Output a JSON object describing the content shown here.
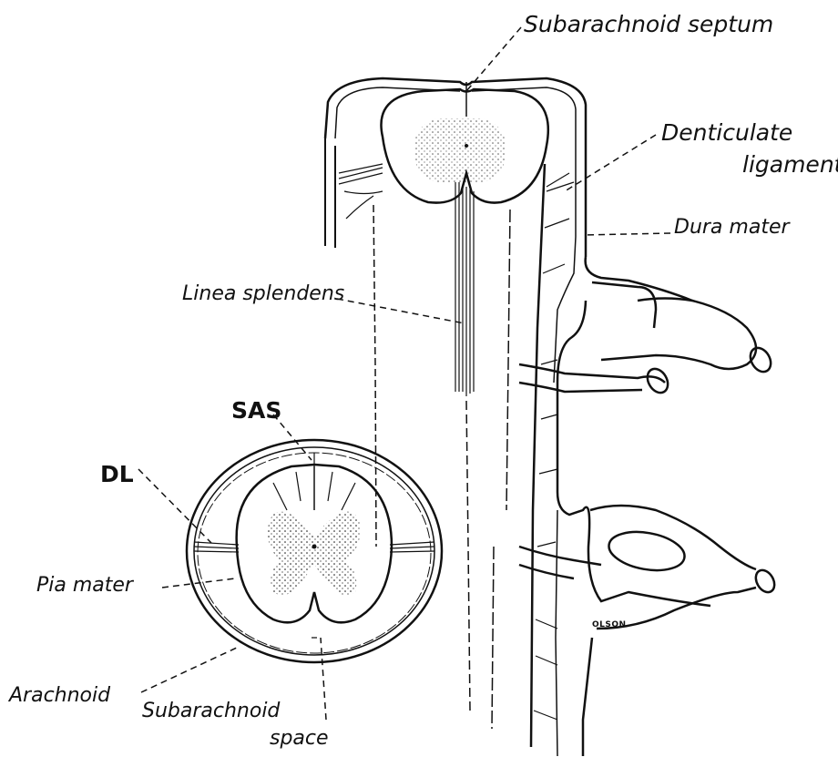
{
  "labels": {
    "subarachnoid_septum": "Subarachnoid septum",
    "denticulate_ligament_line1": "Denticulate",
    "denticulate_ligament_line2": "ligament",
    "dura_mater": "Dura mater",
    "linea_splendens": "Linea splendens",
    "sas": "SAS",
    "dl": "DL",
    "pia_mater": "Pia mater",
    "arachnoid": "Arachnoid",
    "subarachnoid_space_line1": "Subarachnoid",
    "subarachnoid_space_line2": "space",
    "signature": "OLSON"
  },
  "colors": {
    "ink": "#111111",
    "paper": "#ffffff"
  }
}
